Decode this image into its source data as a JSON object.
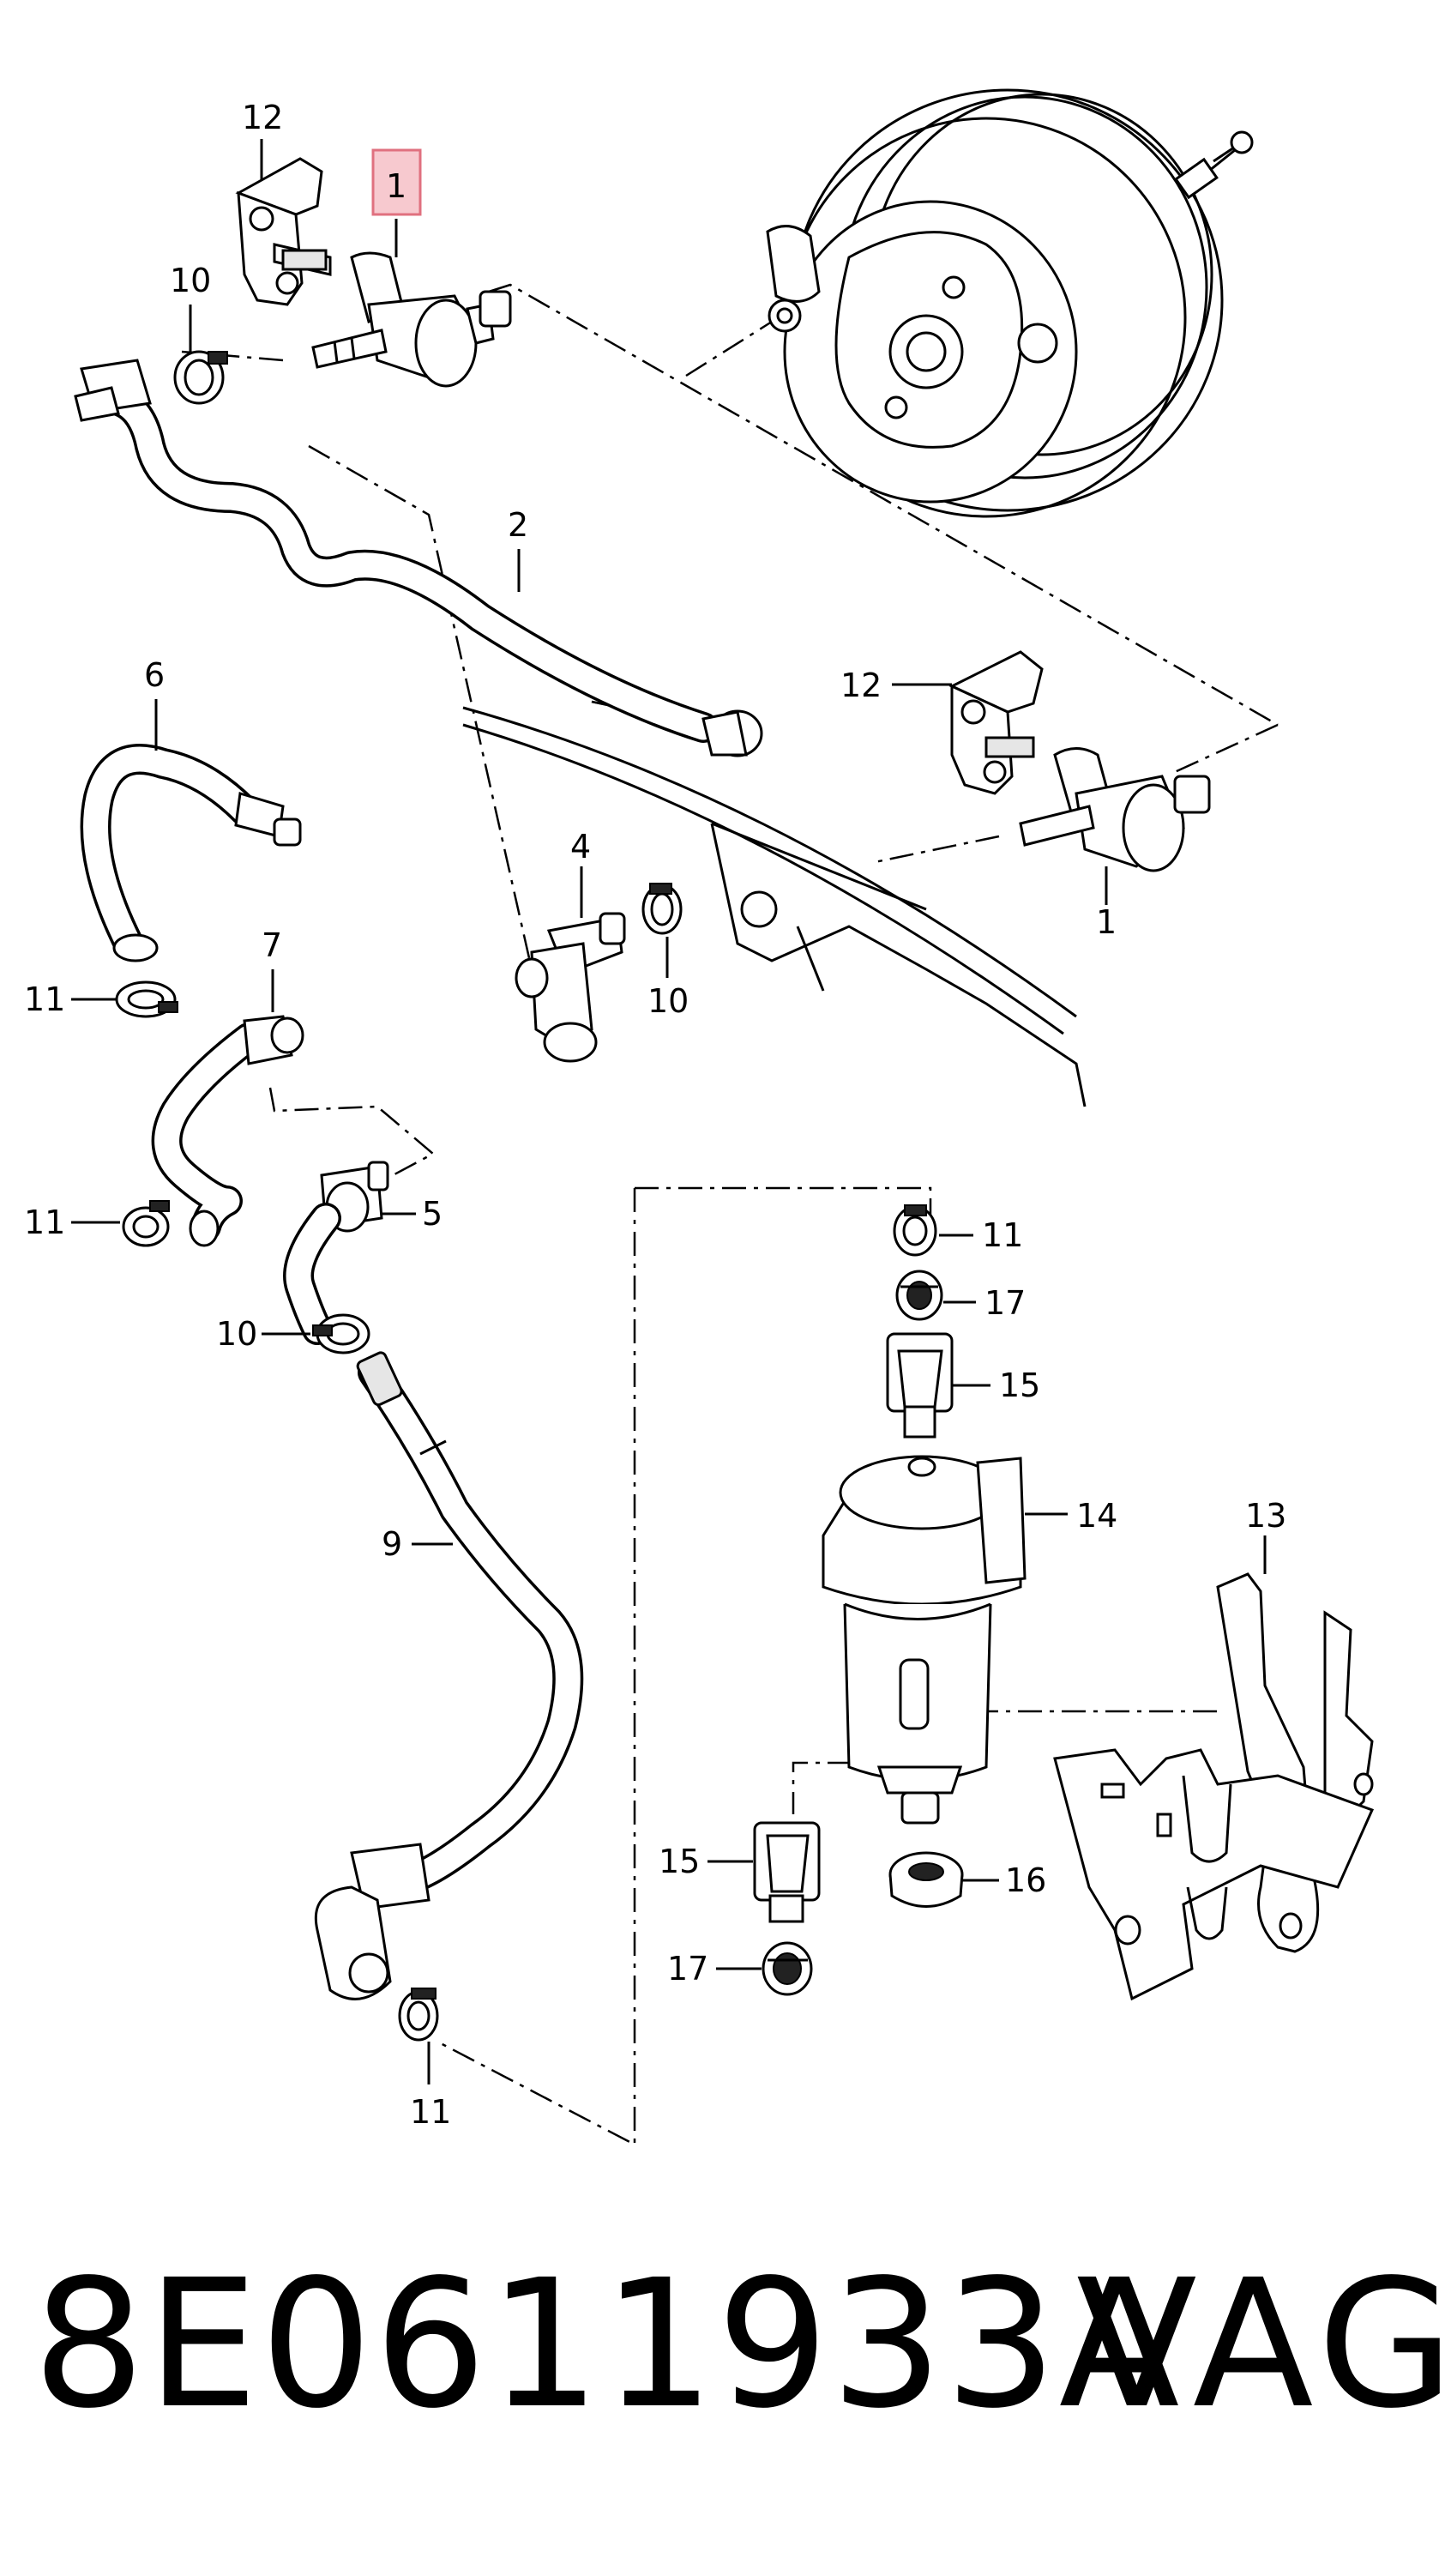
{
  "diagram": {
    "highlight_color": "#f7c9cf",
    "highlight_border": "#e0707f",
    "labels": {
      "p1_top": "1",
      "p1_right": "1",
      "p2": "2",
      "p4": "4",
      "p5": "5",
      "p6": "6",
      "p7": "7",
      "p9": "9",
      "p10_top": "10",
      "p10_mid": "10",
      "p10_lower": "10",
      "p11_left_top": "11",
      "p11_left_mid": "11",
      "p11_right": "11",
      "p11_bottom": "11",
      "p12_top": "12",
      "p12_right": "12",
      "p13": "13",
      "p14": "14",
      "p15_top": "15",
      "p15_bottom": "15",
      "p16": "16",
      "p17_top": "17",
      "p17_bottom": "17"
    }
  },
  "footer": {
    "part_number": "8E0611933A",
    "brand": "VAG"
  }
}
